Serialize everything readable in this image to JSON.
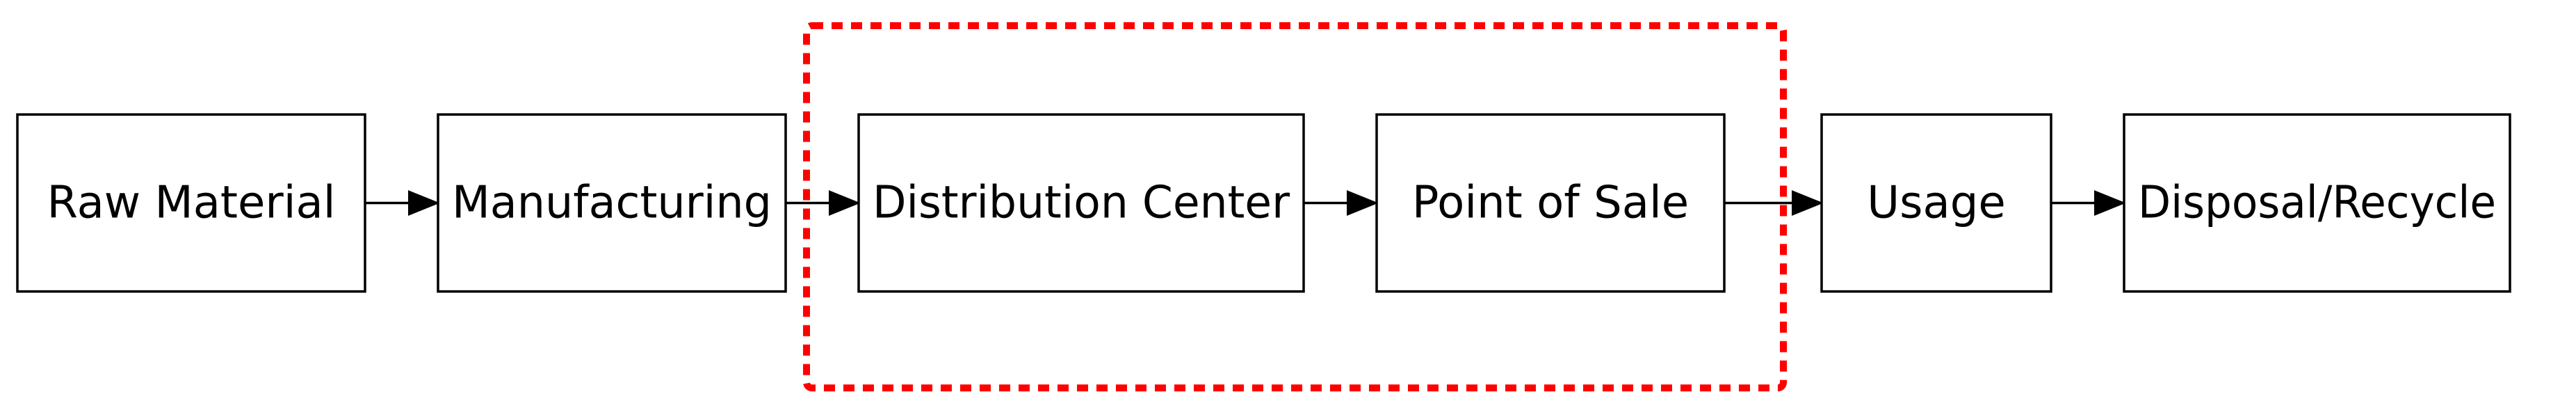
{
  "diagram": {
    "type": "flowchart",
    "direction": "left-to-right",
    "nodes": [
      {
        "id": "raw-material",
        "label": "Raw Material"
      },
      {
        "id": "manufacturing",
        "label": "Manufacturing"
      },
      {
        "id": "distribution-center",
        "label": "Distribution Center"
      },
      {
        "id": "point-of-sale",
        "label": "Point of Sale"
      },
      {
        "id": "usage",
        "label": "Usage"
      },
      {
        "id": "disposal-recycle",
        "label": "Disposal/Recycle"
      }
    ],
    "edges": [
      {
        "from": "raw-material",
        "to": "manufacturing"
      },
      {
        "from": "manufacturing",
        "to": "distribution-center"
      },
      {
        "from": "distribution-center",
        "to": "point-of-sale"
      },
      {
        "from": "point-of-sale",
        "to": "usage"
      },
      {
        "from": "usage",
        "to": "disposal-recycle"
      }
    ],
    "highlight": {
      "members": [
        "distribution-center",
        "point-of-sale"
      ],
      "style": "dashed",
      "color": "#ff0000"
    },
    "colors": {
      "node_stroke": "#000000",
      "node_fill": "#ffffff",
      "edge": "#000000",
      "highlight": "#ff0000"
    }
  }
}
